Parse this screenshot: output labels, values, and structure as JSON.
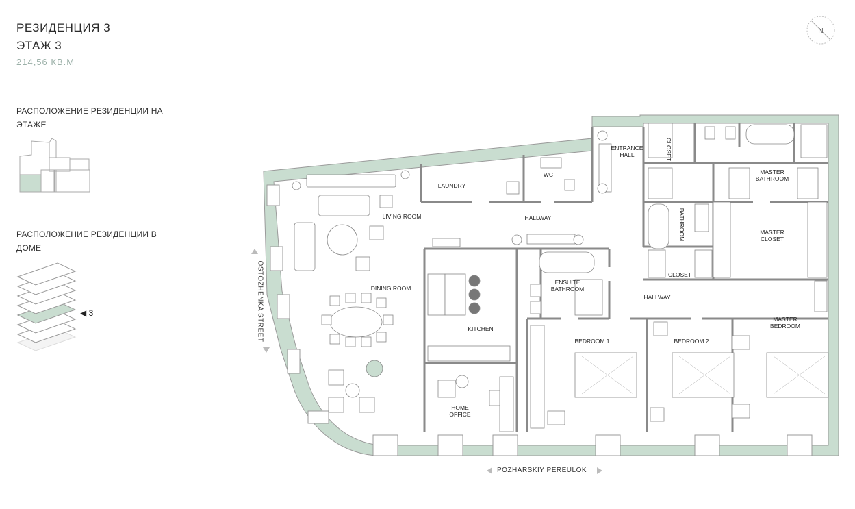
{
  "header": {
    "line1": "РЕЗИДЕНЦИЯ 3",
    "line2": "ЭТАЖ 3",
    "area": "214,56 КВ.М"
  },
  "location_floor": {
    "title": "РАСПОЛОЖЕНИЕ РЕЗИДЕНЦИИ НА ЭТАЖЕ"
  },
  "location_building": {
    "title": "РАСПОЛОЖЕНИЕ РЕЗИДЕНЦИИ В ДОМЕ",
    "floor_marker": "◀ 3"
  },
  "compass": {
    "letter": "N"
  },
  "streets": {
    "west": "OSTOZHENKA STREET",
    "south": "POZHARSKIY PEREULOK"
  },
  "rooms": {
    "entrance_hall": "ENTRANCE\nHALL",
    "closet_top": "CLOSET",
    "laundry": "LAUNDRY",
    "wc": "WC",
    "master_bathroom": "MASTER\nBATHROOM",
    "living_room": "LIVING ROOM",
    "hallway_top": "HALLWAY",
    "bathroom": "BATHROOM",
    "master_closet": "MASTER\nCLOSET",
    "dining_room": "DINING ROOM",
    "ensuite_bathroom": "ENSUITE\nBATHROOM",
    "closet_mid": "CLOSET",
    "hallway_mid": "HALLWAY",
    "kitchen": "KITCHEN",
    "bedroom1": "BEDROOM 1",
    "bedroom2": "BEDROOM 2",
    "master_bedroom": "MASTER\nBEDROOM",
    "home_office": "HOME\nOFFICE"
  },
  "colors": {
    "accent": "#c9ddd0",
    "wall": "#8a8a8a",
    "text": "#222222",
    "area_text": "#9bb0a8"
  },
  "icons": [
    "compass-icon",
    "arrow-left-icon",
    "arrow-right-icon",
    "arrow-up-icon",
    "arrow-down-icon"
  ]
}
